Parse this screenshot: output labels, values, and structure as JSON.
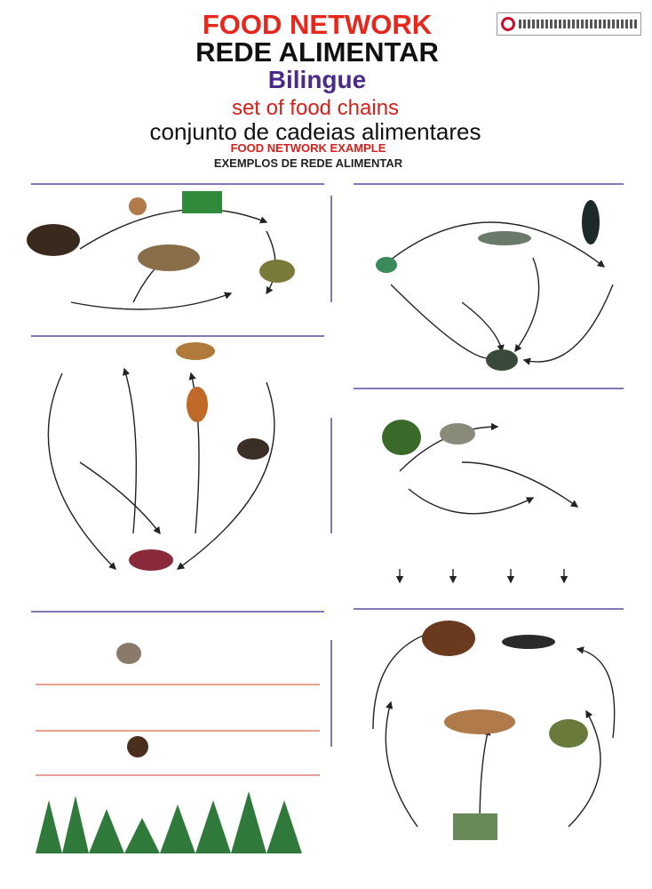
{
  "header": {
    "title_en": "FOOD NETWORK",
    "title_pt": "REDE ALIMENTAR",
    "subtitle": "Bilingue",
    "tagline_en": "set of food chains",
    "tagline_pt": "conjunto de cadeias alimentares",
    "section_en": "FOOD NETWORK EXAMPLE",
    "section_pt": "EXEMPLOS DE REDE ALIMENTAR"
  },
  "colors": {
    "red": "#e8261c",
    "purple": "#4b2a8a",
    "rule": "#5a4aa0",
    "arrow": "#222",
    "label": "#e06b5a"
  }
}
